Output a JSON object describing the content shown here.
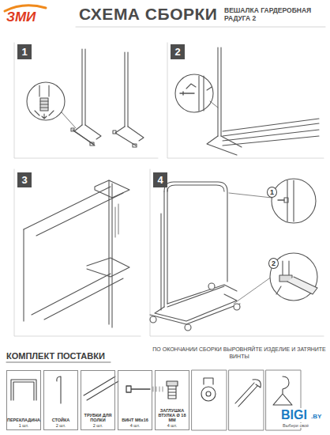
{
  "diagram": {
    "title": "СХЕМА СБОРКИ",
    "nodes": [
      {
        "text": [
          "1"
        ]
      },
      {
        "text": [
          "2"
        ]
      },
      {
        "text": [
          "3"
        ]
      },
      {
        "text": [
          "4"
        ]
      },
      {
        "text": [
          "1"
        ]
      },
      {
        "text": [
          "2"
        ]
      },
      {
        "text": [
          "ПЕРЕКЛАДИНА",
          "1 шт."
        ]
      },
      {
        "text": [
          "СТОЙКА",
          "2 шт."
        ]
      },
      {
        "text": [
          "ТРУБКИ ДЛЯ ПОЛКИ",
          "2 шт."
        ]
      },
      {
        "text": [
          "ВИНТ М6х16",
          "4 шт."
        ]
      },
      {
        "text": [
          "ЗАГЛУШКА ВТУЛКА Ø 18 ММ",
          "4 шт."
        ]
      }
    ],
    "labels": [
      "ЗМИ",
      "ВЕШАЛКА ГАРДЕРОБНАЯ РАДУГА 2",
      "КОМПЛЕКТ ПОСТАВКИ",
      "ПО ОКОНЧАНИИ СБОРКИ ВЫРОВНЯЙТЕ ИЗДЕЛИЕ И ЗАТЯНИТЕ ВИНТЫ",
      "BIGI",
      ".BY",
      "Выбери своё"
    ]
  }
}
